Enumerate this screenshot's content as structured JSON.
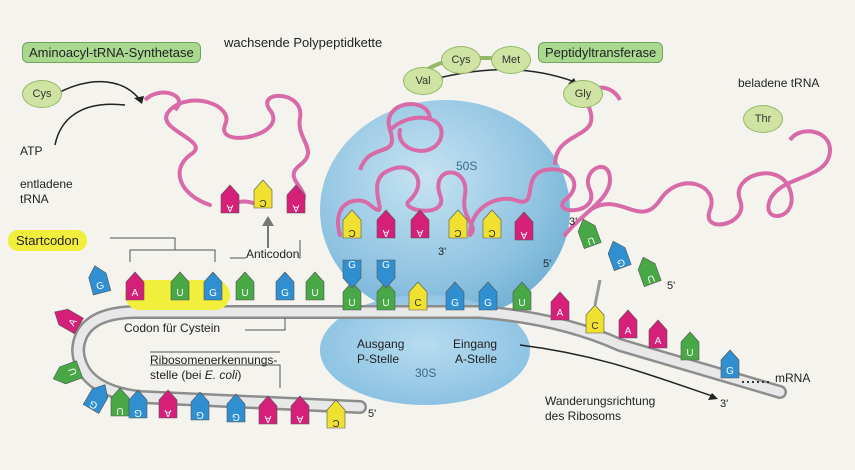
{
  "labels": {
    "synthetase": "Aminoacyl-tRNA-Synthetase",
    "cys": "Cys",
    "atp": "ATP",
    "entladene": "entladene",
    "trna": "tRNA",
    "polypeptid": "wachsende Polypeptidkette",
    "peptidyl": "Peptidyltransferase",
    "beladene": "beladene tRNA",
    "startcodon": "Startcodon",
    "anticodon": "Anticodon",
    "codon_cys": "Codon für Cystein",
    "ribo_line1": "Ribosomenerkennungs-",
    "ribo_line2_pre": "stelle (bei ",
    "ribo_line2_it": "E. coli",
    "ribo_line2_post": ")",
    "ausgang": "Ausgang",
    "pstelle": "P-Stelle",
    "eingang": "Eingang",
    "astelle": "A-Stelle",
    "s50": "50S",
    "s30": "30S",
    "mrna": "mRNA",
    "wander1": "Wanderungsrichtung",
    "wander2": "des Ribosoms",
    "five": "5'",
    "three": "3'"
  },
  "amino_acids": {
    "val": "Val",
    "cys": "Cys",
    "met": "Met",
    "gly": "Gly",
    "thr": "Thr"
  },
  "bases": {
    "A": "A",
    "C": "C",
    "G": "G",
    "U": "U"
  },
  "colors": {
    "A": "#d61f78",
    "C": "#f0e030",
    "G": "#2f8fd0",
    "U": "#48a845",
    "trna": "#d96aa8",
    "mrna": "#c9c9c9",
    "ribosome": "#8fc4e2",
    "label_box": "#a9d88f",
    "highlight": "#f2ef3c"
  }
}
